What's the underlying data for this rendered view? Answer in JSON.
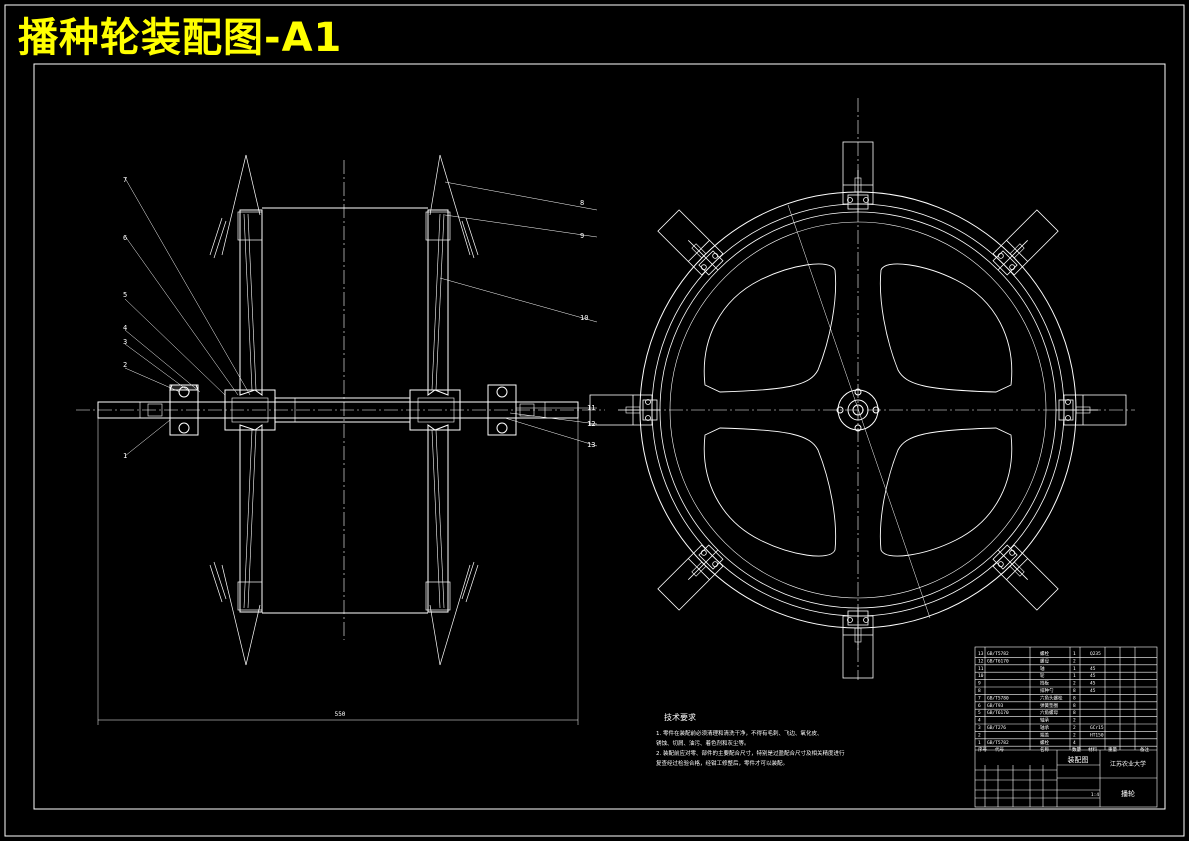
{
  "title": "播种轮装配图-A1",
  "colors": {
    "background": "#000000",
    "lines": "#ffffff",
    "title": "#ffff00"
  },
  "balloons": [
    "1",
    "2",
    "3",
    "4",
    "5",
    "6",
    "7",
    "8",
    "9",
    "10",
    "11",
    "12",
    "13"
  ],
  "dimension_label": "550",
  "tech_notes": {
    "heading": "技术要求",
    "lines": [
      "1. 零件在装配前必须清理和清洗干净，不得有毛刺、飞边、氧化皮、",
      "锈蚀、切屑、油污、着色剂和灰尘等。",
      "2. 装配前应对零、部件的主要配合尺寸，特别是过盈配合尺寸及相关精度进行",
      "复查经过检验合格，经钳工修整后，零件才可以装配。"
    ]
  },
  "title_block": {
    "bom_rows": [
      {
        "no": "13",
        "code": "GB/T5782",
        "name": "螺栓",
        "qty": "1",
        "mat": "Q235"
      },
      {
        "no": "12",
        "code": "GB/T6170",
        "name": "螺母",
        "qty": "2",
        "mat": ""
      },
      {
        "no": "11",
        "code": "",
        "name": "轴",
        "qty": "1",
        "mat": "45"
      },
      {
        "no": "10",
        "code": "",
        "name": "轮",
        "qty": "1",
        "mat": "45"
      },
      {
        "no": "9",
        "code": "",
        "name": "挡板",
        "qty": "2",
        "mat": "45"
      },
      {
        "no": "8",
        "code": "",
        "name": "排种勺",
        "qty": "8",
        "mat": "45"
      },
      {
        "no": "7",
        "code": "GB/T5780",
        "name": "六角头螺栓",
        "qty": "8",
        "mat": ""
      },
      {
        "no": "6",
        "code": "GB/T93",
        "name": "弹簧垫圈",
        "qty": "8",
        "mat": ""
      },
      {
        "no": "5",
        "code": "GB/T6170",
        "name": "六角螺母",
        "qty": "8",
        "mat": ""
      },
      {
        "no": "4",
        "code": "",
        "name": "轴承",
        "qty": "2",
        "mat": ""
      },
      {
        "no": "3",
        "code": "GB/T276",
        "name": "轴承",
        "qty": "2",
        "mat": "GCr15"
      },
      {
        "no": "2",
        "code": "",
        "name": "端盖",
        "qty": "2",
        "mat": "HT150"
      },
      {
        "no": "1",
        "code": "GB/T5782",
        "name": "螺栓",
        "qty": "4",
        "mat": ""
      }
    ],
    "header": {
      "no": "序号",
      "code": "代号",
      "name": "名称",
      "qty": "数量",
      "mat": "材料",
      "weight": "重量",
      "remark": "备注"
    },
    "drawing_name": "装配图",
    "school": "江苏农业大学",
    "part_name": "播轮",
    "scale": "1:4"
  }
}
